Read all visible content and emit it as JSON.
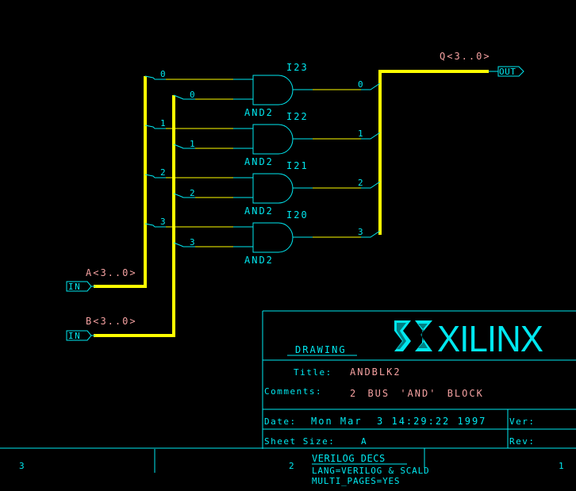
{
  "colors": {
    "background": "#000000",
    "line": "#00e8f0",
    "bus": "#ffff00",
    "label_pink": "#f4a0a0"
  },
  "buses": {
    "a": {
      "name": "A<3..0>",
      "port_type": "IN"
    },
    "b": {
      "name": "B<3..0>",
      "port_type": "IN"
    },
    "q": {
      "name": "Q<3..0>",
      "port_type": "OUT"
    }
  },
  "gates": [
    {
      "instance": "I23",
      "type": "AND2",
      "bit": "0"
    },
    {
      "instance": "I22",
      "type": "AND2",
      "bit": "1"
    },
    {
      "instance": "I21",
      "type": "AND2",
      "bit": "2"
    },
    {
      "instance": "I20",
      "type": "AND2",
      "bit": "3"
    }
  ],
  "title_block": {
    "drawing_label": "DRAWING",
    "logo_text": "XILINX",
    "title_label": "Title:",
    "title_value": "ANDBLK2",
    "comments_label": "Comments:",
    "comments_value": "2 BUS 'AND' BLOCK",
    "date_label": "Date:",
    "date_value": "Mon Mar  3 14:29:22 1997",
    "ver_label": "Ver:",
    "sheet_size_label": "Sheet Size:",
    "sheet_size_value": "A",
    "rev_label": "Rev:"
  },
  "border": {
    "zones": [
      "3",
      "2",
      "1"
    ]
  },
  "annotations": {
    "header": "VERILOG_DECS",
    "lines": [
      "LANG=VERILOG & SCALD",
      "MULTI_PAGES=YES"
    ]
  }
}
